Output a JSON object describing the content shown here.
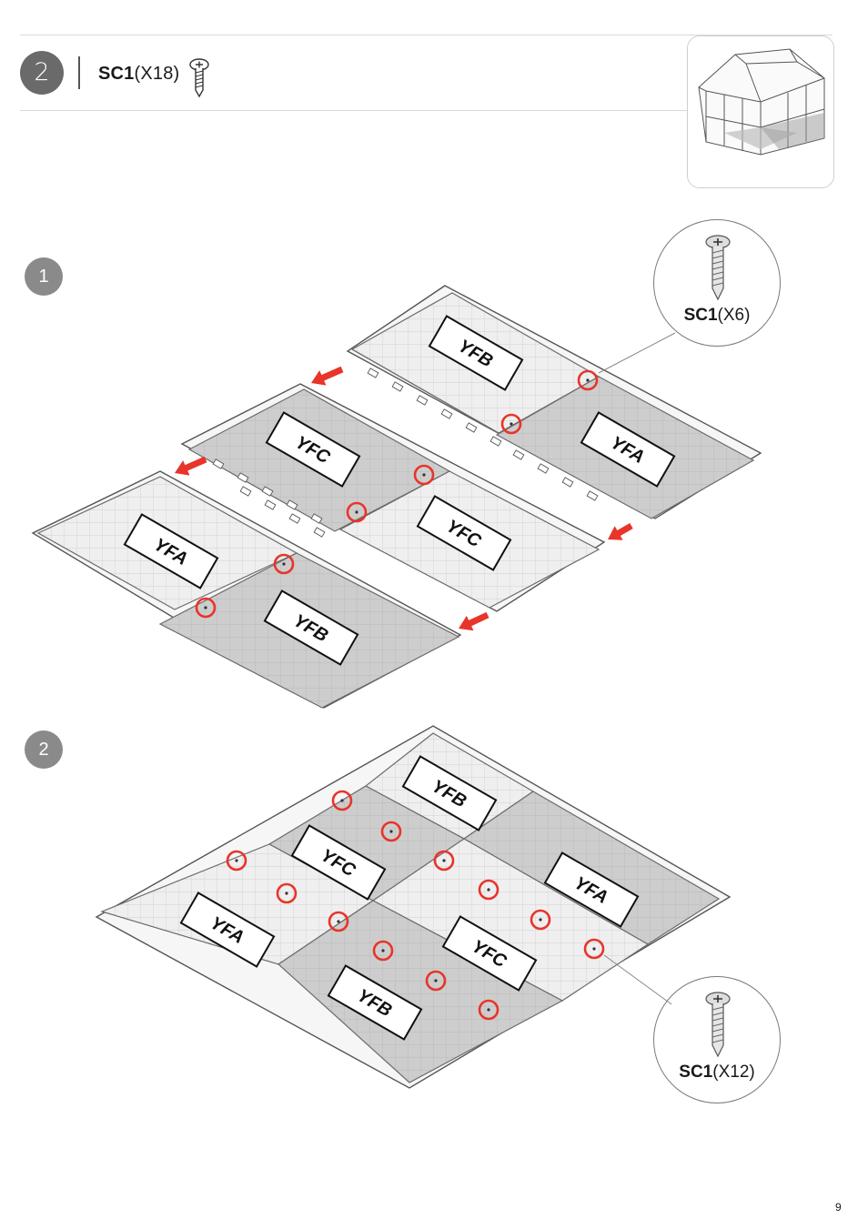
{
  "header": {
    "step_number": "2",
    "part_code": "SC1",
    "part_qty": "(X18)",
    "screw_icon": "screw-icon"
  },
  "sub_steps": [
    {
      "number": "1",
      "callout_code": "SC1",
      "callout_qty": "(X6)",
      "panels": [
        "YFB",
        "YFA",
        "YFC",
        "YFC",
        "YFA",
        "YFB"
      ],
      "screw_marks": 6,
      "arrows": 4
    },
    {
      "number": "2",
      "callout_code": "SC1",
      "callout_qty": "(X12)",
      "panels": [
        "YFB",
        "YFA",
        "YFC",
        "YFC",
        "YFA",
        "YFB"
      ],
      "screw_marks": 12
    }
  ],
  "colors": {
    "accent_red": "#e8342a",
    "panel_dark": "#c9c9c9",
    "panel_light": "#ededed",
    "step_badge": "#6a6a6a"
  },
  "page_number": "9"
}
